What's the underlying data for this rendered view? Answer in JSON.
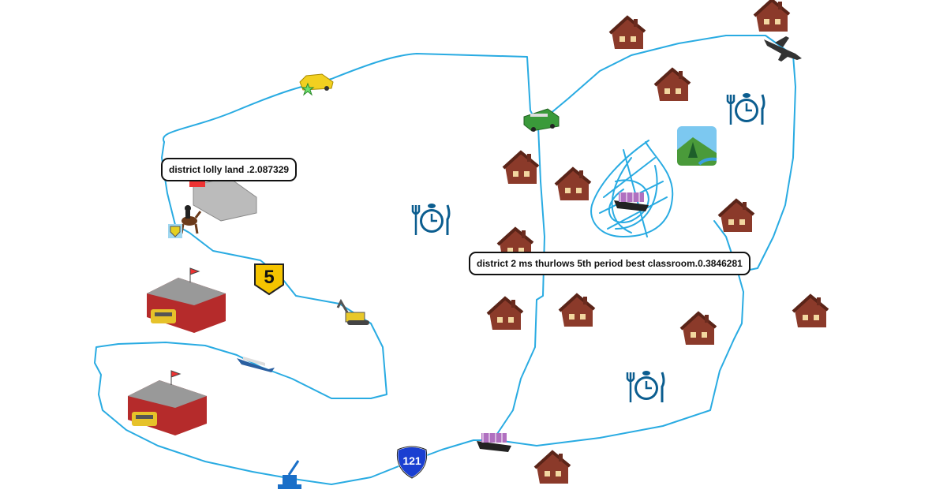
{
  "map": {
    "route_color": "#29abe2",
    "labels": [
      {
        "text": "district lolly land .2.087329"
      },
      {
        "text": "district 2 ms thurlows 5th period best classroom.0.3846281"
      }
    ],
    "shields": [
      {
        "text": "5",
        "color": "#f5c400"
      },
      {
        "text": "121",
        "color": "#1a3fd1"
      }
    ],
    "icons": [
      "house-icon",
      "restaurant-icon",
      "school-icon",
      "taxi-icon",
      "fire-truck-icon",
      "airplane-icon",
      "ship-icon",
      "excavator-icon",
      "crane-icon",
      "horse-rider-icon",
      "police-badge-icon",
      "park-icon",
      "star-icon",
      "hospital-icon",
      "cruise-ship-icon"
    ]
  }
}
